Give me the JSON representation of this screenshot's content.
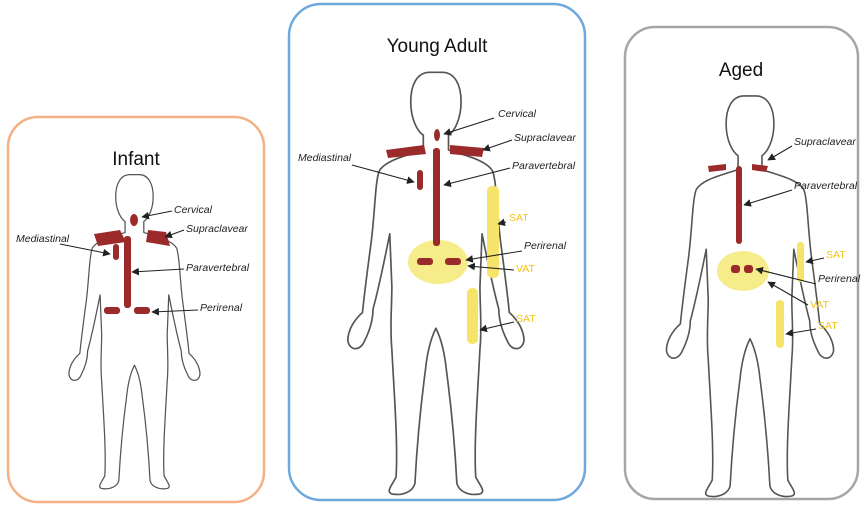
{
  "panels": [
    {
      "title": "Infant",
      "border_color": "#f4b183",
      "labels": {
        "cervical": "Cervical",
        "supraclavear": "Supraclavear",
        "mediastinal": "Mediastinal",
        "paravertebral": "Paravertebral",
        "perirenal": "Perirenal"
      }
    },
    {
      "title": "Young Adult",
      "border_color": "#6fa8dc",
      "labels": {
        "cervical": "Cervical",
        "supraclavear": "Supraclavear",
        "mediastinal": "Mediastinal",
        "paravertebral": "Paravertebral",
        "sat_upper": "SAT",
        "perirenal": "Perirenal",
        "vat": "VAT",
        "sat_lower": "SAT"
      }
    },
    {
      "title": "Aged",
      "border_color": "#a6a6a6",
      "labels": {
        "supraclavear": "Supraclavear",
        "paravertebral": "Paravertebral",
        "sat_upper": "SAT",
        "perirenal": "Perirenal",
        "vat": "VAT",
        "sat_lower": "SAT"
      }
    }
  ],
  "colors": {
    "brown_fat": "#9b2a2a",
    "white_fat": "#f5e36a",
    "label_yellow": "#f2c419"
  }
}
